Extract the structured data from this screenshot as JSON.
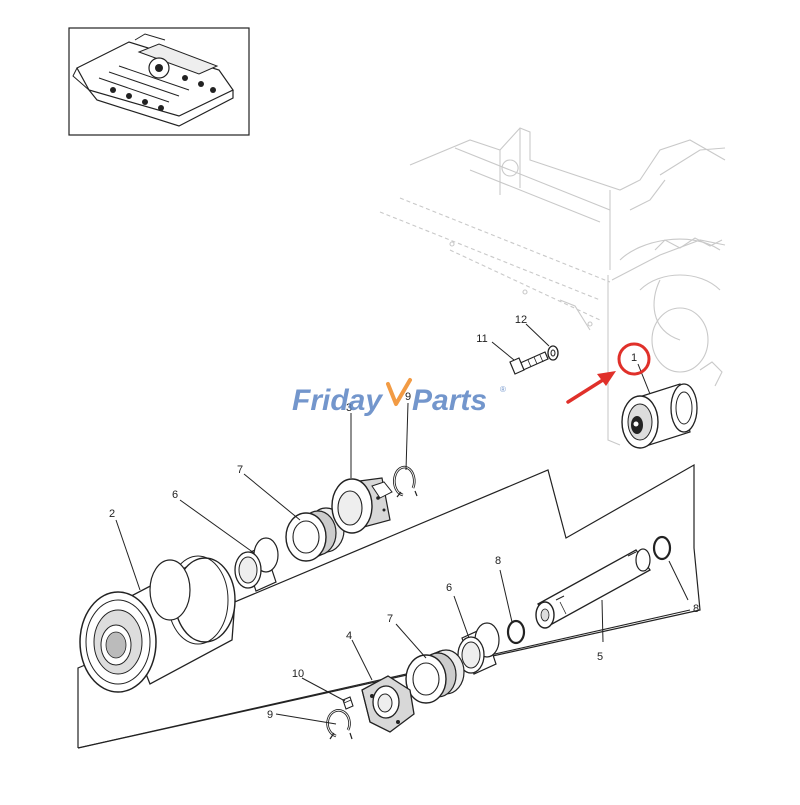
{
  "watermark": {
    "text_left": "Friday",
    "text_right": "Parts",
    "symbol": "®",
    "color_blue": "#5b84c4",
    "color_orange": "#f08a24"
  },
  "highlight": {
    "color": "#e0302a",
    "target_label": "1"
  },
  "callouts": {
    "c1": "1",
    "c2": "2",
    "c3": "3",
    "c4": "4",
    "c5": "5",
    "c6a": "6",
    "c6b": "6",
    "c7a": "7",
    "c7b": "7",
    "c8a": "8",
    "c8b": "8",
    "c9a": "9",
    "c9b": "9",
    "c10": "10",
    "c11": "11",
    "c12": "12"
  }
}
